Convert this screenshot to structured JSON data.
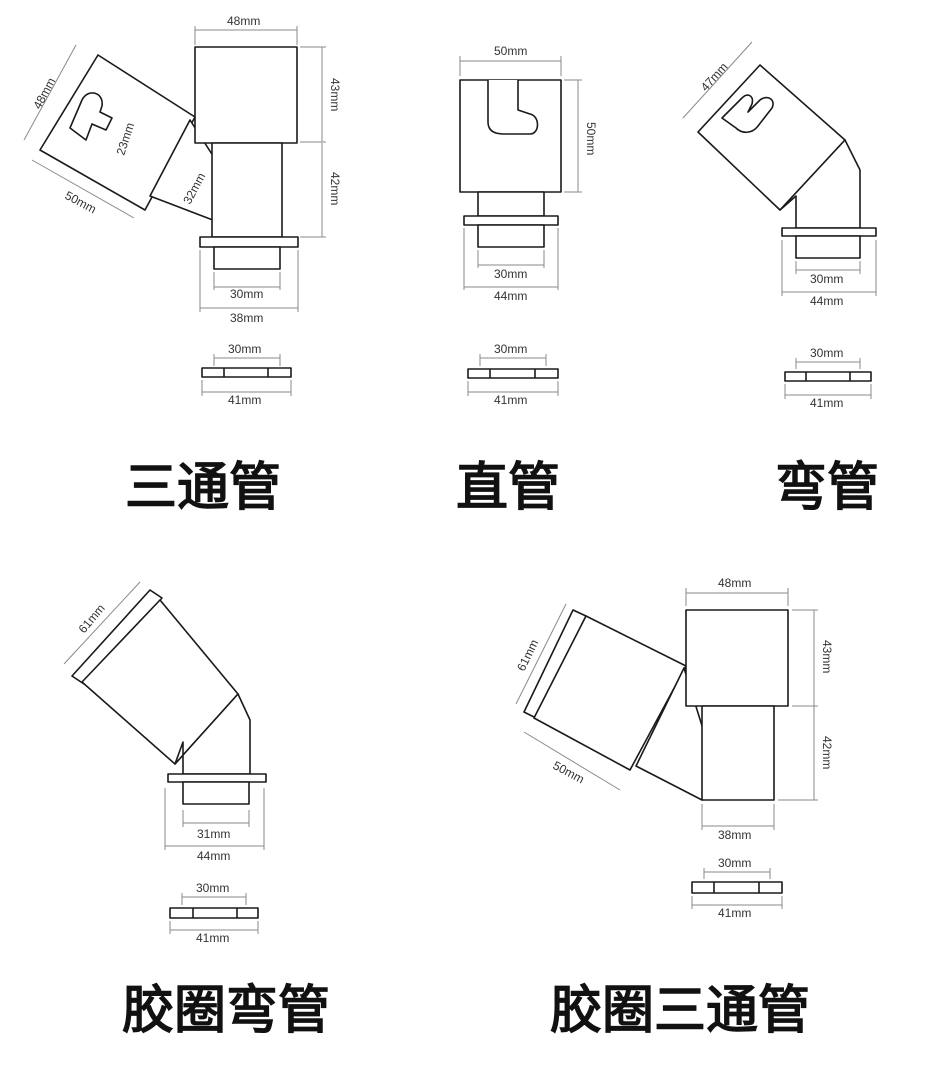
{
  "diagrams": [
    {
      "title": "三通管",
      "labels": [
        "48mm",
        "43mm",
        "42mm",
        "48mm",
        "23mm",
        "32mm",
        "50mm",
        "30mm",
        "38mm"
      ],
      "ring_labels": [
        "30mm",
        "41mm"
      ]
    },
    {
      "title": "直管",
      "labels": [
        "50mm",
        "50mm",
        "30mm",
        "44mm"
      ],
      "ring_labels": [
        "30mm",
        "41mm"
      ]
    },
    {
      "title": "弯管",
      "labels": [
        "47mm",
        "30mm",
        "44mm"
      ],
      "ring_labels": [
        "30mm",
        "41mm"
      ]
    },
    {
      "title": "胶圈弯管",
      "labels": [
        "61mm",
        "31mm",
        "44mm"
      ],
      "ring_labels": [
        "30mm",
        "41mm"
      ]
    },
    {
      "title": "胶圈三通管",
      "labels": [
        "48mm",
        "43mm",
        "42mm",
        "61mm",
        "50mm",
        "38mm"
      ],
      "ring_labels": [
        "30mm",
        "41mm"
      ]
    }
  ]
}
